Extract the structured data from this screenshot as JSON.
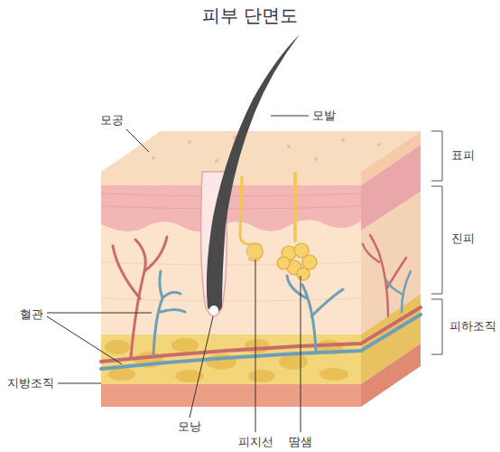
{
  "diagram": {
    "title": "피부 단면도",
    "labels": [
      "모공",
      "모발",
      "표피",
      "진피",
      "피하조직",
      "혈관",
      "지방조직",
      "모낭",
      "피지선",
      "땀샘"
    ]
  }
}
